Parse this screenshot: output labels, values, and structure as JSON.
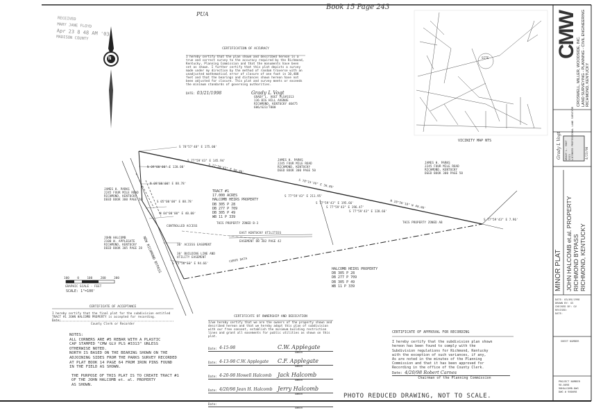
{
  "header": {
    "handwritten_ref": "Book 15 Page 243",
    "pua_note": "PUA",
    "received_stamp": [
      "RECEIVED",
      "MARY JANE FLOYD",
      "Apr 23  8 48 AM '03",
      "MADISON COUNTY"
    ]
  },
  "north_arrow": {
    "label": "N"
  },
  "certificate_accuracy": {
    "title": "CERTIFICATION OF ACCURACY",
    "body": "I hereby certify that the plan shown and described hereon is a true and correct survey to the accuracy required by the Richmond, Kentucky, Planning Commission and that the monuments have been set as shown. I further certify that this plat depicts a survey made under my direction by the method of random traverse with an unadjusted mathematical error of closure of one foot in 10,408 feet and that the bearings and distances shown hereon have not been adjusted for closure. This plat and survey meets or exceeds the minimum standards of governing authorities.",
    "date_label": "DATE:",
    "date_value": "03/21/1998",
    "signature": "Grady L Vogt",
    "surveyor_lines": [
      "GRADY L. VOGT PLS#3313",
      "136 BIG HILL AVENUE",
      "RICHMOND, KENTUCKY 40475",
      "606/623/7000"
    ]
  },
  "vicinity_map": {
    "caption": "VICINITY MAP NTS",
    "site_label": "SITE"
  },
  "plat": {
    "tract": [
      "TRACT #1",
      "17.000 ACRES",
      "HALCOMB HEIRS PROPERTY",
      "DB 305 P 28",
      "DB 277 P 709",
      "DB 305 P 49",
      "WB 11  P 339"
    ],
    "zoning_left": "THIS PROPERTY ZONED B-3",
    "zoning_right": "THIS PROPERTY ZONED AB",
    "halcomb_lower": [
      "HALCOMB HEIRS PROPERTY",
      "DB 305 P 28",
      "DB 277 P 709",
      "DB 305 P 49",
      "WB 11  P 339"
    ],
    "road_label": "NEW RICHMOND BYPASS",
    "utilities": "EAST KENTUCKY UTILITIES",
    "easement": "EASEMENT DB 302 PAGE 42",
    "controlled_access": "CONTROLLED ACCESS",
    "access_easement": "30' ACCESS EASEMENT",
    "building_line": "30' BUILDING LINE AND UTILITY EASEMENT",
    "bearings": [
      "S 78°57'48\" E 175.00'",
      "S 77°59'43\" E 145.94'",
      "S 77°59'43\" E 90.00'",
      "N 09°00'00\" E 120.00'",
      "N 09°00'00\" E 88.78'",
      "S 05°00'00\" E 88.78'",
      "N 04°00'00\" E 40.00'",
      "S 75°56'33\" E 94.66'",
      "S 78°15'30\" E 36.89'",
      "S 77°59'43\" E 211.95'",
      "S 77°59'43\" E 195.66'",
      "S 77°59'43\" E 196.47'",
      "S 77°59'43\" E 128.66'",
      "S 77°59'43\" E 7.96'",
      "N 28°56'18\" W 40.00'"
    ],
    "neighbors": [
      [
        "JAMES H. PARKS",
        "2245 FOUR MILE ROAD",
        "RICHMOND, KENTUCKY",
        "DEED BOOK 300 PAGE 50"
      ],
      [
        "JAMES H. PARKS",
        "2245 FOUR MILE ROAD",
        "RICHMOND, KENTUCKY",
        "DEED BOOK 300 PAGE 50"
      ],
      [
        "JAMES H. PARKS",
        "2245 FOUR MILE ROAD",
        "RICHMOND, KENTUCKY",
        "DEED BOOK 300 PAGE 50"
      ],
      [
        "JOHN HALCOMB",
        "2100 W. APPLEGATE",
        "RICHMOND, KENTUCKY",
        "DEED BOOK 305 PAGE 28"
      ]
    ],
    "lower_line_label": "CURVE DATA"
  },
  "scale": {
    "ticks": [
      "100",
      "0",
      "100",
      "200",
      "300"
    ],
    "caption": "GRAPHIC SCALE - FEET",
    "text": "SCALE: 1\"=100'"
  },
  "certificate_acceptance": {
    "title": "CERTIFICATE OF ACCEPTANCE",
    "body": "I hereby certify that the final plat for the subdivision entitled TRACT #1 JOHN HALCOMB PROPERTY is accepted for recording.",
    "date_label": "Date:",
    "sign_label": "County Clerk or Recorder"
  },
  "notes": {
    "heading": "NOTES:",
    "lines": [
      "ALL CORNERS ARE #5 REBAR WITH A PLASTIC",
      "CAP STAMPED \"CMW GLV PLS #3313\" UNLESS",
      "OTHERWISE NOTED.",
      "NORTH IS BASED ON THE BEARING SHOWN ON THE",
      "ADJOINING SIDES FROM THE PARKS SURVEY RECORDED",
      "AT PLAT BOOK 14 PAGE 64  FROM IRON PINS FOUND",
      "IN THE FIELD AS SHOWN."
    ],
    "purpose": [
      "THE PURPOSE OF THIS PLAT IS TO CREATE TRACT #1",
      "OF THE JOHN HALCOMB et. al. PROPERTY",
      "AS SHOWN."
    ]
  },
  "certificate_ownership": {
    "title": "CERTIFICATE OF OWNERSHIP AND DEDICATION",
    "body": "I/we hereby certify that we are the owners of the property shown and described hereon and that we hereby adopt this plan of subdivision with our free consent, establish the minimum building restriction lines and grant all easements for public utilities as shown on this plat.",
    "rows": [
      {
        "date_label": "Date:",
        "date": "4-15-98",
        "signature": "C.W. Applegate",
        "role": "OWNER"
      },
      {
        "date_label": "Date:",
        "date": "4-13-98 C.W. Applegate",
        "signature": "C.F. Applegate",
        "role": "OWNER"
      },
      {
        "date_label": "Date:",
        "date": "4-20-98 Howell Halcomb",
        "signature": "Jack Halcomb",
        "role": "OWNER"
      },
      {
        "date_label": "Date:",
        "date": "4/20/98 Jean H. Halcomb",
        "signature": "Jerry Halcomb",
        "role": "OWNER"
      },
      {
        "date_label": "Date:",
        "date": "",
        "signature": "",
        "role": "OWNER"
      }
    ]
  },
  "certificate_approval": {
    "title": "CERTIFICATE OF APPROVAL FOR RECORDING",
    "body": [
      "I hereby certify that the subdivision plan shown",
      "hereon has been found to comply with the",
      "Subdivision regulations for Richmond, Kentucky",
      "with the exception of such variances, if any,",
      "As are noted in the minutes of the Planning",
      "Commission and that it has been approved for",
      "Recording in the office of the  County Clerk."
    ],
    "date_label": "Date:",
    "date_sign": "4/20/98  Robert Carnes",
    "sign_label": "Chairman of the Planning Commission"
  },
  "footer_note": "PHOTO REDUCED DRAWING, NOT TO SCALE.",
  "title_block": {
    "logo": "CMW",
    "firm_lines": [
      "CROSWELL, MILLER, WOODSIDE, INC.",
      "LAND SURVEYING - PLANNING - CIVIL ENGINEERING",
      "RICHMOND, KENTUCKY"
    ],
    "seal": [
      "GRADY L. VOGT",
      "3313",
      "LICENSED PROFESSIONAL LAND SURVEYOR"
    ],
    "seal_signature": "Grady L Vogt",
    "seal_date": "4/23/98",
    "drawing_title": "MINOR PLAT",
    "project_lines": [
      "JOHN HALCOMB et.al. PROPERTY",
      "RICHMOND BYPASS",
      "RICHMOND, KENTUCKY"
    ],
    "info": [
      "DATE: 03/09/1998",
      "DRAWN BY: GS",
      "CHECKED BY: GV",
      "REVISED:",
      "DATE:"
    ],
    "sheet_label": "SHEET NUMBER",
    "project_label": "PROJECT NUMBER",
    "project_number": "98-0098",
    "file_lines": [
      "98HALCOMB.DWG",
      "DWG # 980098"
    ]
  }
}
